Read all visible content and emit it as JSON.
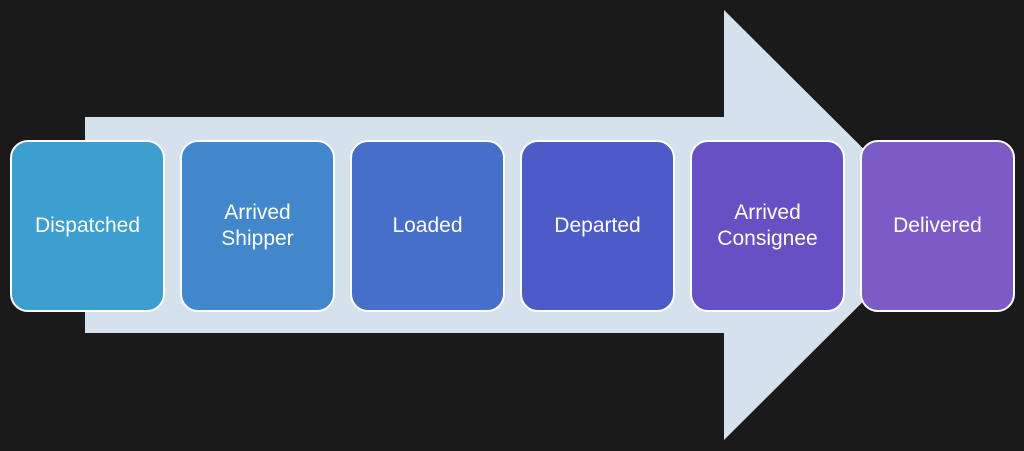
{
  "colors": {
    "background": "#1a1a1a",
    "arrow": "#d6e1ee",
    "box_border": "#ffffff",
    "text": "#ffffff"
  },
  "steps": [
    {
      "label": "Dispatched",
      "color": "#3d9fcf"
    },
    {
      "label": "Arrived\nShipper",
      "color": "#4286cb"
    },
    {
      "label": "Loaded",
      "color": "#466fc9"
    },
    {
      "label": "Departed",
      "color": "#4c5bc7"
    },
    {
      "label": "Arrived\nConsignee",
      "color": "#6650c4"
    },
    {
      "label": "Delivered",
      "color": "#7c5bc6"
    }
  ]
}
